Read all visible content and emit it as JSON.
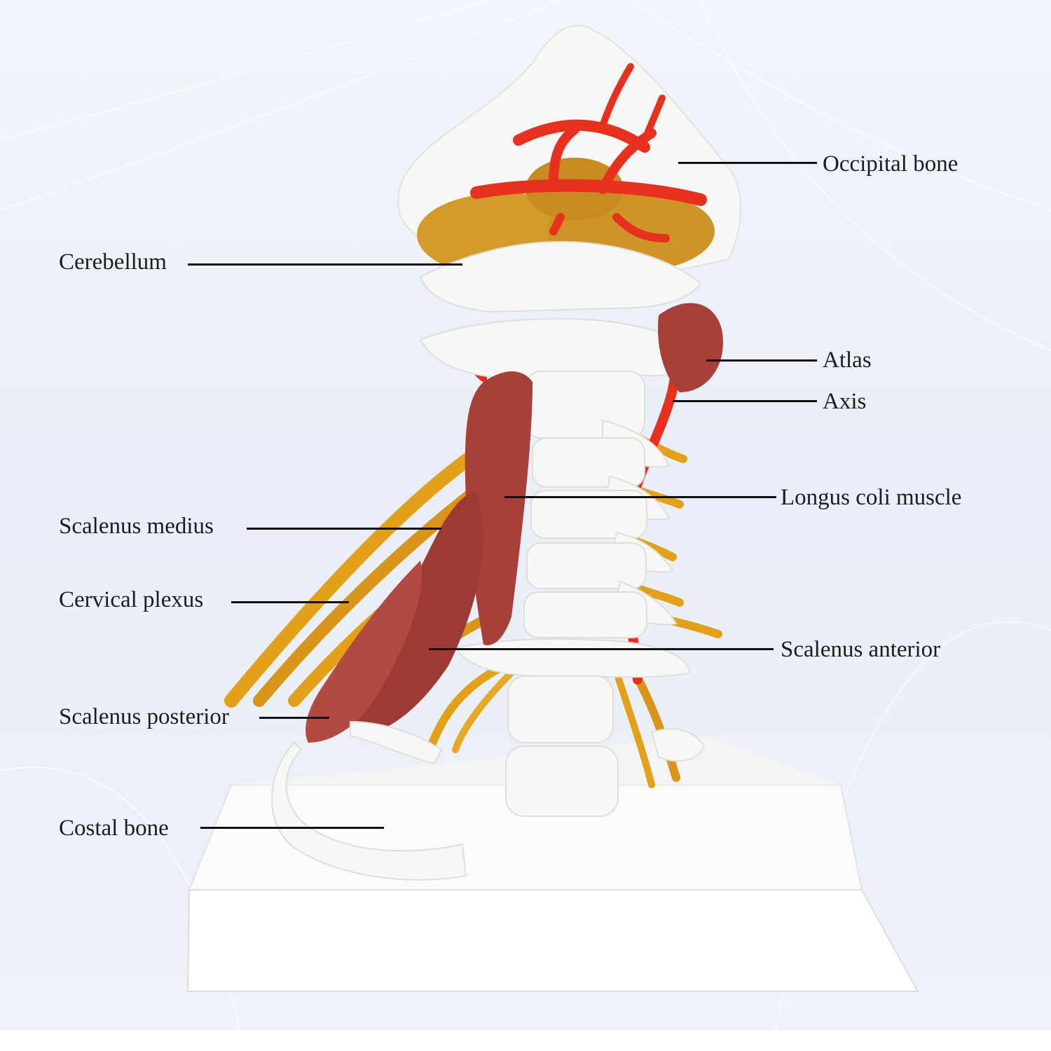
{
  "labels": {
    "occipital_bone": "Occipital bone",
    "cerebellum": "Cerebellum",
    "atlas": "Atlas",
    "axis": "Axis",
    "longus_coli_muscle": "Longus coli muscle",
    "scalenus_medius": "Scalenus medius",
    "cervical_plexus": "Cervical plexus",
    "scalenus_anterior": "Scalenus anterior",
    "scalenus_posterior": "Scalenus posterior",
    "costal_bone": "Costal bone"
  },
  "colors": {
    "bone": "#f7f7f5",
    "artery": "#e8301e",
    "muscle": "#a8403a",
    "nerve": "#e3a019",
    "cerebellum": "#d49a2a",
    "base": "#ffffff"
  }
}
